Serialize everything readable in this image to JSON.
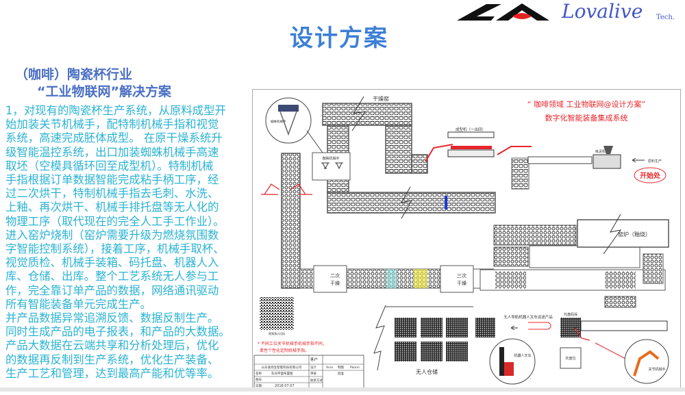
{
  "header": {
    "title": "设计方案",
    "brand_name": "Lovalive",
    "brand_suffix": "Tech."
  },
  "left_panel": {
    "heading_line1": "（咖啡）陶瓷杯行业",
    "heading_line2": "“工业物联网”解决方案",
    "body_lines": [
      "1，对现有的陶瓷杯生产系统，从原料成型开",
      "始加装关节机械手，配特制机械手指和视觉",
      "系统，高速完成胚体成型。  在原干燥系统升",
      "级智能温控系统，出口加装蜘蛛机械手高速",
      "取坯（空模具循环回至成型机）。特制机械",
      "手指根据订单数据智能完成粘手柄工序，经",
      "过二次烘干，特制机械手指去毛刺、水洗、",
      "上釉、再次烘干、机械手排托盘等无人化的",
      "物理工序（取代现在的完全人工手工作业）。",
      "进入窑炉烧制（窑炉需要升级为燃烧氛围数",
      "字智能控制系统），接着工序，机械手取杯、",
      "视觉质检、机械手装箱、码托盘、机器人入",
      "库、仓储、出库。整个工艺系统无人参与工",
      "作，完全靠订单产品的数据，网络通讯驱动",
      "所有智能装备单元完成生产。",
      "并产品数据异常追溯反馈、数据反制生产。",
      "同时生成产品的电子报表，和产品的大数据。",
      "产品大数据在云端共享和分析处理后，优化",
      "的数据再反制到生产系统，优化生产装备、",
      "生产工艺和管理，达到最高产能和优等率。"
    ]
  },
  "diagram": {
    "title_line1": "“ 咖啡领域  工业物联网@设计方案”",
    "title_line2": "数字化智能装备集成系统",
    "labels": {
      "drying_kiln": "干燥窑",
      "spider_robot": "蜘蛛机械手",
      "spider_robot_inset": "蜘蛛机械手",
      "forming_machine": "成型机（一出四）",
      "pug_mill": "练泥机",
      "raw_material": "原料生产",
      "start": "开始处",
      "kiln": "窑炉（釉烧）",
      "second_drying_1": "二次",
      "second_drying_2": "干燥",
      "third_drying_1": "三次",
      "third_drying_2": "干燥",
      "warehouse": "无人仓储",
      "agv_transport": "无人导航机器人叉车运送产品",
      "forklift": "机器人叉车",
      "robot_arm": "关节机械手",
      "pallet_stacking": "托盘码垛",
      "empty_pallet": "托盘位",
      "qr_caption": "视频演示扫码"
    },
    "note_line1": "* 不同工位关节机械手机械手指不同，",
    "note_line2": "柔性个性化定制机械手指。",
    "title_block": {
      "company": "山东爱尚生智能科技有限公司",
      "customer_label": "客户",
      "design_label": "设计",
      "designer": "Aron",
      "drawing_label": "制图",
      "drafter": "Panim",
      "name_label": "名称",
      "name_value": "车间平面布置图",
      "review_label": "审核",
      "approve_label": "批准",
      "number_label": "图号",
      "contact_label": "联系方式",
      "date_label": "日期",
      "date_value": "2018.07.07"
    }
  }
}
